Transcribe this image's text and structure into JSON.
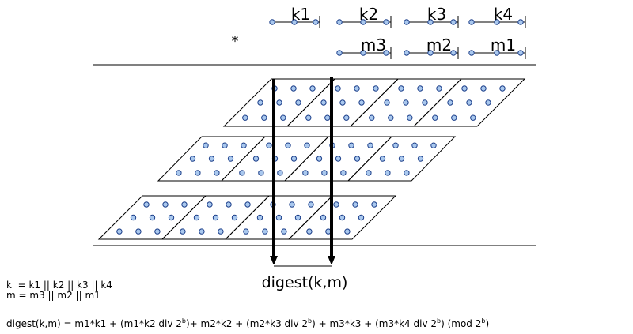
{
  "key_words": [
    "k1",
    "k2",
    "k3",
    "k4"
  ],
  "multiply_symbol": "*",
  "message_words": [
    "m3",
    "m2",
    "m1"
  ],
  "output_label": "digest(k,m)",
  "definitions": {
    "k_line": "k  = k1 || k2 || k3 || k4",
    "m_line": "m = m3 || m2 || m1"
  },
  "formula": {
    "parts": [
      "digest(k,m) = m1*k1 + (m1*k2 div 2",
      "b",
      ")+ m2*k2 + (m2*k3 div 2",
      "b",
      ") + m3*k3 + (m3*k4 div 2",
      "b",
      ") (mod 2",
      "b",
      ")"
    ]
  },
  "colors": {
    "dot_fill": "#a9c8ee",
    "dot_stroke": "#1c3f8a",
    "line": "#000000"
  }
}
